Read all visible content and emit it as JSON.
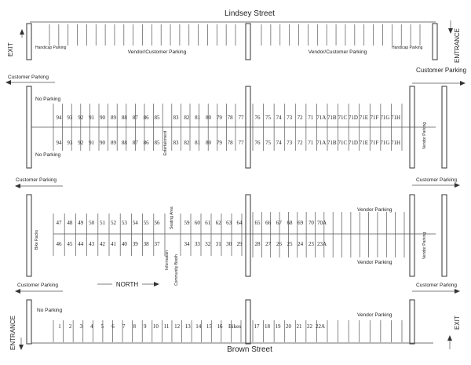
{
  "streets": {
    "north": "Lindsey Street",
    "south": "Brown Street"
  },
  "direction": "NORTH",
  "gates": {
    "exit": "EXIT",
    "entrance": "ENTRANCE"
  },
  "parking_labels": {
    "handicap": "Handicap Parking",
    "vendor_customer": "Vendor/Customer Parking",
    "customer": "Customer Parking",
    "no_parking": "No Parking",
    "vendor": "Vendor Parking"
  },
  "features": {
    "entertainment": "Entertainment",
    "bike_racks": "Bike Racks",
    "seating_area": "Seating Area",
    "information": "Information",
    "community_booth": "Community Booth",
    "bikes": "Bikes"
  },
  "rows": {
    "row1_left": [
      "94",
      "93",
      "92",
      "91",
      "90",
      "89",
      "88",
      "87",
      "86",
      "85"
    ],
    "row1_mid": [
      "83",
      "82",
      "81",
      "80",
      "79",
      "78",
      "77"
    ],
    "row1_right": [
      "76",
      "75",
      "74",
      "73",
      "72",
      "71",
      "71A",
      "71B",
      "71C",
      "71D",
      "71E",
      "71F",
      "71G",
      "71H"
    ],
    "row2_left_top": [
      "47",
      "48",
      "49",
      "50",
      "51",
      "52",
      "53",
      "54",
      "55",
      "56"
    ],
    "row2_mid_top": [
      "59",
      "60",
      "61",
      "62",
      "63",
      "64"
    ],
    "row2_right_top": [
      "65",
      "66",
      "67",
      "68",
      "69",
      "70",
      "70A"
    ],
    "row2_left_bot": [
      "46",
      "45",
      "44",
      "43",
      "42",
      "41",
      "40",
      "39",
      "38",
      "37"
    ],
    "row2_mid_bot": [
      "34",
      "33",
      "32",
      "31",
      "30",
      "29"
    ],
    "row2_right_bot": [
      "28",
      "27",
      "26",
      "25",
      "24",
      "23",
      "23A"
    ],
    "row3_left": [
      "1",
      "2",
      "3",
      "4",
      "5",
      "6",
      "7",
      "8",
      "9",
      "10",
      "11",
      "12",
      "13",
      "14",
      "15",
      "16"
    ],
    "row3_right": [
      "17",
      "18",
      "19",
      "20",
      "21",
      "22",
      "22A"
    ]
  }
}
